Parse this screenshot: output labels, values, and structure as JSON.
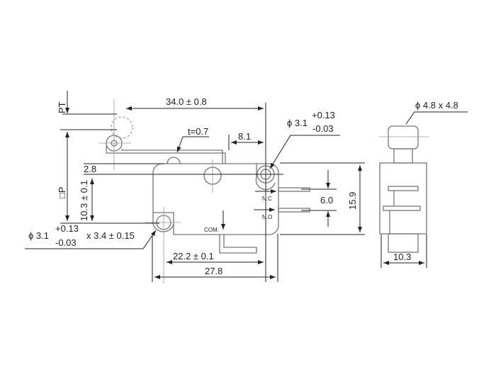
{
  "drawing": {
    "overall_length": "34.0 ± 0.8",
    "pt_label": "PT",
    "p_label": "□P",
    "lever_thickness": "t=0.7",
    "lever_offset": "8.1",
    "top_offset": "2.8",
    "hole_height": "10.3 ± 0.1",
    "top_hole": {
      "dia": "ϕ 3.1",
      "tol_plus": "+0.13",
      "tol_minus": "-0.03"
    },
    "bottom_hole": {
      "dia": "ϕ 3.1",
      "tol_plus": "+0.13",
      "tol_minus": "-0.03",
      "slot": "x 3.4 ± 0.15"
    },
    "terminal_nc": "N.C",
    "terminal_no": "N.O",
    "terminal_com": "COM.",
    "terminal_pitch": "6.0",
    "body_height": "15.9",
    "hole_spacing": "22.2 ± 0.1",
    "body_length": "27.8",
    "side_width": "10.3",
    "roller_size": "ϕ 4.8 x 4.8"
  }
}
